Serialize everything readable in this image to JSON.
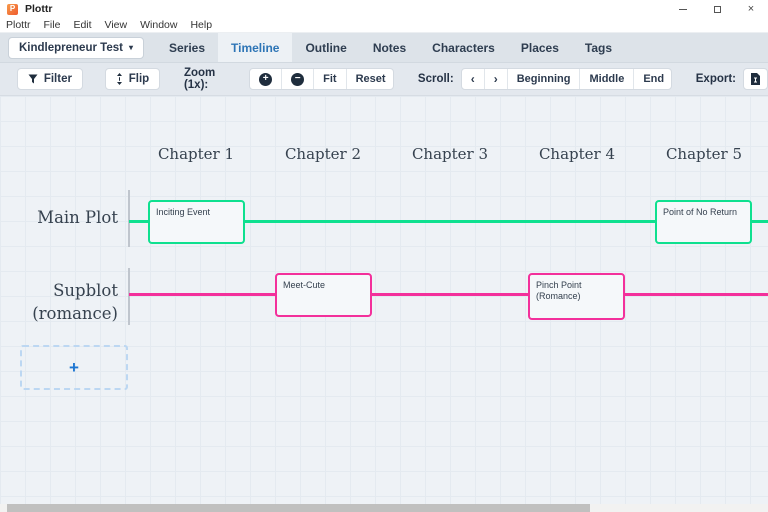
{
  "colors": {
    "accent-blue": "#2e75b6",
    "green": "#0ee08f",
    "pink": "#f3309b"
  },
  "window": {
    "title": "Plottr"
  },
  "menu": {
    "items": [
      "Plottr",
      "File",
      "Edit",
      "View",
      "Window",
      "Help"
    ]
  },
  "nav": {
    "project_selector": {
      "label": "Kindlepreneur Test",
      "caret": "▾"
    },
    "tabs": [
      "Series",
      "Timeline",
      "Outline",
      "Notes",
      "Characters",
      "Places",
      "Tags"
    ],
    "active_tab": "Timeline"
  },
  "toolbar": {
    "filter_label": "Filter",
    "flip_label": "Flip",
    "zoom_label": "Zoom (1x):",
    "zoom_in": "+",
    "zoom_out": "−",
    "fit_label": "Fit",
    "reset_label": "Reset",
    "scroll_label": "Scroll:",
    "scroll_left": "‹",
    "scroll_right": "›",
    "beginning_label": "Beginning",
    "middle_label": "Middle",
    "end_label": "End",
    "export_label": "Export:"
  },
  "timeline": {
    "chapters": [
      "Chapter 1",
      "Chapter 2",
      "Chapter 3",
      "Chapter 4",
      "Chapter 5"
    ],
    "plotlines": [
      {
        "name": "Main Plot",
        "label_lines": [
          "Main Plot"
        ],
        "color": "#0ee08f",
        "cards": [
          {
            "title": "Inciting Event",
            "chapter": "Chapter 1"
          },
          {
            "title": "Point of No Return",
            "chapter": "Chapter 5"
          }
        ]
      },
      {
        "name": "Supblot (romance)",
        "label_lines": [
          "Supblot",
          "(romance)"
        ],
        "color": "#f3309b",
        "cards": [
          {
            "title": "Meet-Cute",
            "chapter": "Chapter 2"
          },
          {
            "title": "Pinch Point (Romance)",
            "chapter": "Chapter 4"
          }
        ]
      }
    ],
    "add_card_label": "+"
  }
}
